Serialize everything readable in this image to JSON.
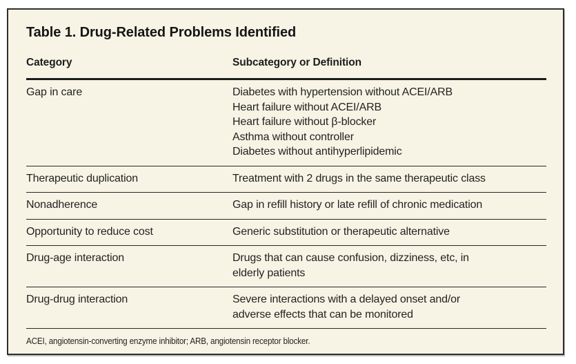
{
  "table": {
    "title": "Table 1. Drug-Related Problems Identified",
    "columns": [
      "Category",
      "Subcategory or Definition"
    ],
    "rows": [
      {
        "category": "Gap in care",
        "items": [
          "Diabetes with hypertension without ACEI/ARB",
          "Heart failure without ACEI/ARB",
          "Heart failure without β-blocker",
          "Asthma without controller",
          "Diabetes without antihyperlipidemic"
        ]
      },
      {
        "category": "Therapeutic duplication",
        "items": [
          "Treatment with 2 drugs in the same therapeutic class"
        ]
      },
      {
        "category": "Nonadherence",
        "items": [
          "Gap in refill history or late refill of chronic medication"
        ]
      },
      {
        "category": "Opportunity to reduce cost",
        "items": [
          "Generic substitution or therapeutic alternative"
        ]
      },
      {
        "category": "Drug-age interaction",
        "items": [
          "Drugs that can cause confusion, dizziness, etc, in",
          "elderly patients"
        ]
      },
      {
        "category": "Drug-drug interaction",
        "items": [
          "Severe interactions with a delayed onset and/or",
          "adverse effects that can be monitored"
        ]
      }
    ],
    "footnote": "ACEI, angiotensin-converting enzyme inhibitor; ARB, angiotensin receptor blocker.",
    "colors": {
      "page_background": "#FFFFFF",
      "card_background": "#F8F4E5",
      "card_border": "#2E2E2E",
      "rule": "#262626",
      "text": "#1C1C1C"
    }
  }
}
